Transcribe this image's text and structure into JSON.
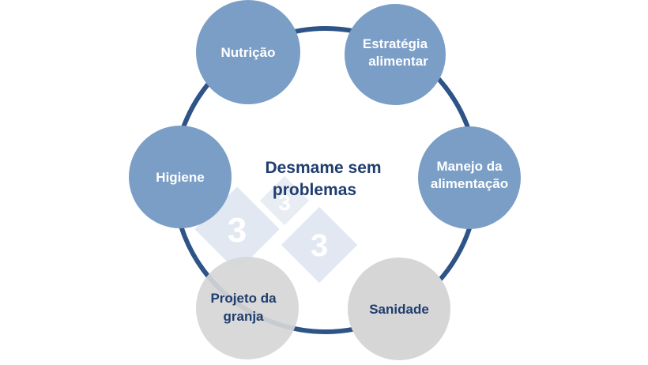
{
  "colors": {
    "ring": "#2E5487",
    "blue_node": "#7A9EC6",
    "grey_node": "#D6D6D6",
    "blue_node_text": "#FFFFFF",
    "grey_node_text": "#1F3D6E",
    "center_text": "#1F3D6E",
    "watermark": "#C9D6E4"
  },
  "center": {
    "line1": "Desmame sem",
    "line2": "problemas"
  },
  "nodes": {
    "nutricao": {
      "lines": [
        "Nutrição"
      ],
      "style": "blue"
    },
    "estrategia": {
      "lines": [
        "Estratégia",
        "alimentar"
      ],
      "style": "blue"
    },
    "manejo": {
      "lines": [
        "Manejo da",
        "alimentação"
      ],
      "style": "blue"
    },
    "sanidade": {
      "lines": [
        "Sanidade"
      ],
      "style": "grey"
    },
    "projeto": {
      "lines": [
        "Projeto da",
        "granja"
      ],
      "style": "grey"
    },
    "higiene": {
      "lines": [
        "Higiene"
      ],
      "style": "blue"
    }
  },
  "watermark": {
    "glyph1": "3",
    "glyph2": "3",
    "glyph3": "3"
  }
}
